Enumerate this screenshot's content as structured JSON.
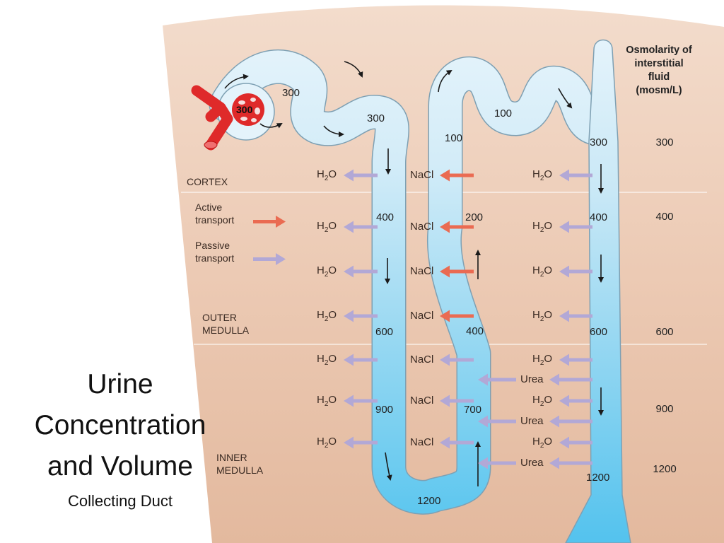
{
  "slide": {
    "title_lines": [
      "Urine",
      "Concentration",
      "and Volume"
    ],
    "subtitle": "Collecting Duct"
  },
  "diagram": {
    "zones": {
      "cortex": "CORTEX",
      "outer_medulla_line1": "OUTER",
      "outer_medulla_line2": "MEDULLA",
      "inner_medulla_line1": "INNER",
      "inner_medulla_line2": "MEDULLA"
    },
    "legend": {
      "active_line1": "Active",
      "active_line2": "transport",
      "passive_line1": "Passive",
      "passive_line2": "transport"
    },
    "header_lines": [
      "Osmolarity of",
      "interstitial",
      "fluid",
      "(mosm/L)"
    ],
    "interstitial_osmolarity": [
      "300",
      "400",
      "600",
      "900",
      "1200"
    ],
    "tubule_values": {
      "glomerulus": "300",
      "proximal_1": "300",
      "proximal_2": "300",
      "descending_400": "400",
      "descending_600": "600",
      "descending_900": "900",
      "loop_bottom": "1200",
      "ascending_700": "700",
      "ascending_400": "400",
      "ascending_200": "200",
      "ascending_100": "100",
      "distal_100": "100",
      "duct_300": "300",
      "duct_400": "400",
      "duct_600": "600",
      "duct_1200": "1200"
    },
    "labels": {
      "h2o_main": "H",
      "h2o_sub": "2",
      "h2o_tail": "O",
      "nacl": "NaCl",
      "urea": "Urea"
    },
    "colors": {
      "background": "#efd0bd",
      "tubule_light": "#e4f3fb",
      "tubule_dark": "#6ccbee",
      "outline": "#7a9db0",
      "vessel": "#e02828",
      "active_arrow": "#ea6b52",
      "passive_arrow": "#b2a8d6"
    }
  }
}
